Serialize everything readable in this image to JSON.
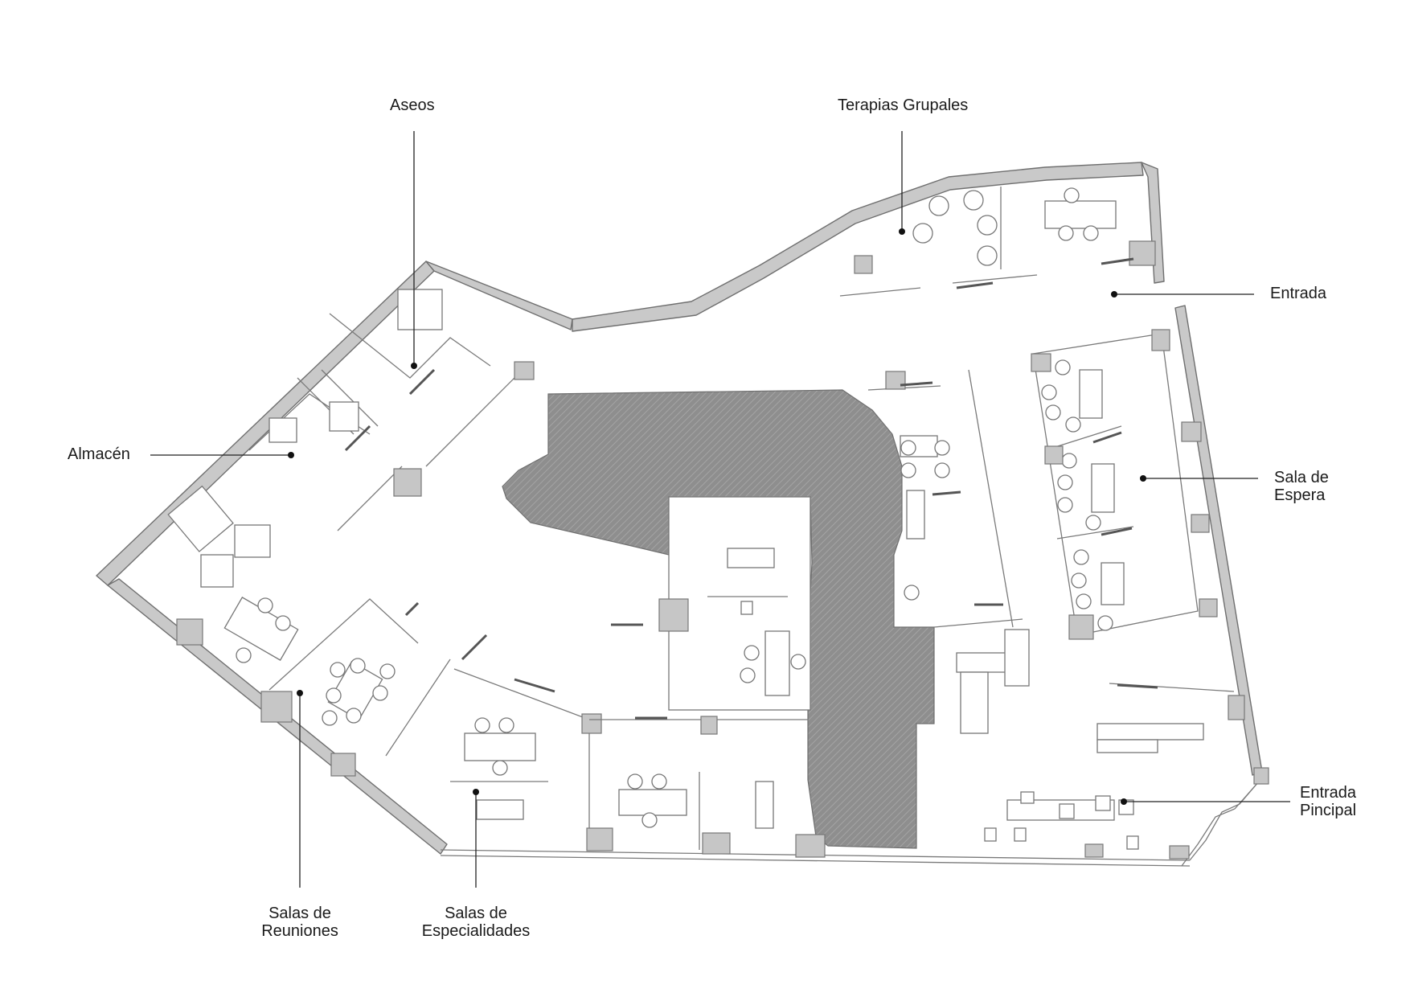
{
  "labels": {
    "aseos": "Aseos",
    "terapias": "Terapias Grupales",
    "entrada": "Entrada",
    "almacen": "Almacén",
    "sala_espera": [
      "Sala de",
      "Espera"
    ],
    "entrada_principal": [
      "Entrada",
      "Pincipal"
    ],
    "salas_reuniones": [
      "Salas de",
      "Reuniones"
    ],
    "salas_especialidades": [
      "Salas de",
      "Especialidades"
    ]
  },
  "colors": {
    "wall_fill": "#c9c9c9",
    "core_fill": "#8e8e8e",
    "line": "#777777",
    "label": "#1a1a1a"
  }
}
